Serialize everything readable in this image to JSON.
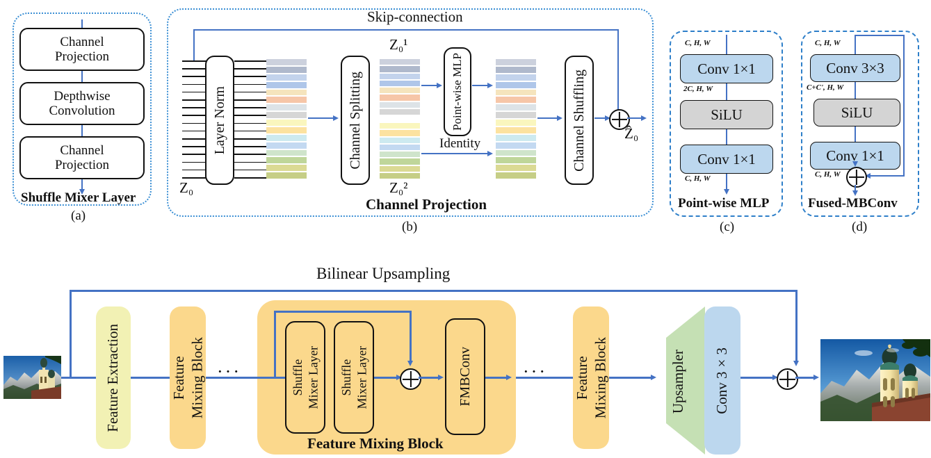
{
  "figure": {
    "panel_labels": {
      "a": "(a)",
      "b": "(b)",
      "c": "(c)",
      "d": "(d)"
    }
  },
  "panel_a": {
    "caption": "Shuffle Mixer Layer",
    "blocks": [
      {
        "line1": "Channel",
        "line2": "Projection"
      },
      {
        "line1": "Depthwise",
        "line2": "Convolution"
      },
      {
        "line1": "Channel",
        "line2": "Projection"
      }
    ]
  },
  "panel_b": {
    "caption": "Channel Projection",
    "skip_label": "Skip-connection",
    "identity_label": "Identity",
    "input_label": "Z₀",
    "split_top_label": "Z₀¹",
    "split_bottom_label": "Z₀²",
    "output_label": "Ẑ₀",
    "blocks": [
      {
        "label": "Layer Norm"
      },
      {
        "label": "Channel Splitting"
      },
      {
        "label": "Point-wise MLP"
      },
      {
        "label": "Channel Shuffling"
      }
    ],
    "channel_colors": [
      "#CCD1DD",
      "#AFB9CC",
      "#C3D3EC",
      "#AFC6E9",
      "#F5E4BD",
      "#F6C6A8",
      "#DDE3E7",
      "#D6D6D6",
      "#FAF6BE",
      "#FCE2A0",
      "#CDEAF0",
      "#C3D9F1",
      "#CFE4CB",
      "#BFD69A",
      "#DBDA94",
      "#C6CE86"
    ],
    "n_channels": 16
  },
  "panel_c": {
    "caption": "Point-wise MLP",
    "blocks": [
      {
        "label": "Conv 1×1",
        "style": "blue"
      },
      {
        "label": "SiLU",
        "style": "grey"
      },
      {
        "label": "Conv 1×1",
        "style": "blue"
      }
    ],
    "shapes": [
      "C, H, W",
      "2C, H, W",
      "C, H, W"
    ]
  },
  "panel_d": {
    "caption": "Fused-MBConv",
    "blocks": [
      {
        "label": "Conv 3×3",
        "style": "blue"
      },
      {
        "label": "SiLU",
        "style": "grey"
      },
      {
        "label": "Conv 1×1",
        "style": "blue"
      }
    ],
    "shapes": [
      "C, H, W",
      "C+C', H, W",
      "C, H, W"
    ]
  },
  "pipeline": {
    "skip_label": "Bilinear Upsampling",
    "ellipsis": "···",
    "fmb_caption": "Feature Mixing Block",
    "blocks": {
      "feature_extraction": "Feature Extraction",
      "feature_mixing_block_1": {
        "line1": "Feature",
        "line2": "Mixing Block"
      },
      "feature_mixing_block_2": {
        "line1": "Feature",
        "line2": "Mixing Block"
      },
      "shuffle_mixer_layer_1": {
        "line1": "Shuffle",
        "line2": "Mixer Layer"
      },
      "shuffle_mixer_layer_2": {
        "line1": "Shuffle",
        "line2": "Mixer Layer"
      },
      "fmbconv": "FMBConv",
      "upsampler": "Upsampler",
      "conv3x3": "Conv 3×3"
    }
  },
  "colors": {
    "accent_blue": "#4472C4",
    "panel_border": "#3B8FD4",
    "block_blue": "#BCD7EE",
    "block_grey": "#D4D4D4",
    "block_pale_yellow": "#F2F1B4",
    "block_gold": "#FBD88C",
    "block_green": "#C5E0B4",
    "outline": "#111111"
  }
}
